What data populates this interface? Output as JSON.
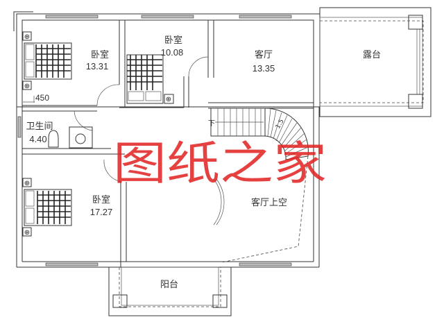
{
  "rooms": {
    "bedroom_1": {
      "label": "卧室",
      "area": "13.31"
    },
    "bedroom_2": {
      "label": "卧室",
      "area": "10.08"
    },
    "living_room": {
      "label": "客厅",
      "area": "13.35"
    },
    "terrace": {
      "label": "露台"
    },
    "bathroom": {
      "label": "卫生间",
      "area": "4.40"
    },
    "bedroom_3": {
      "label": "卧室",
      "area": "17.27"
    },
    "living_void": {
      "label": "客厅上空"
    },
    "balcony": {
      "label": "阳台"
    }
  },
  "dimensions": {
    "bed_offset": "450"
  },
  "stairs": {
    "down_label": "下",
    "width_label": "1.5"
  },
  "watermark": {
    "text": "图纸之家",
    "color": "#e02020"
  }
}
